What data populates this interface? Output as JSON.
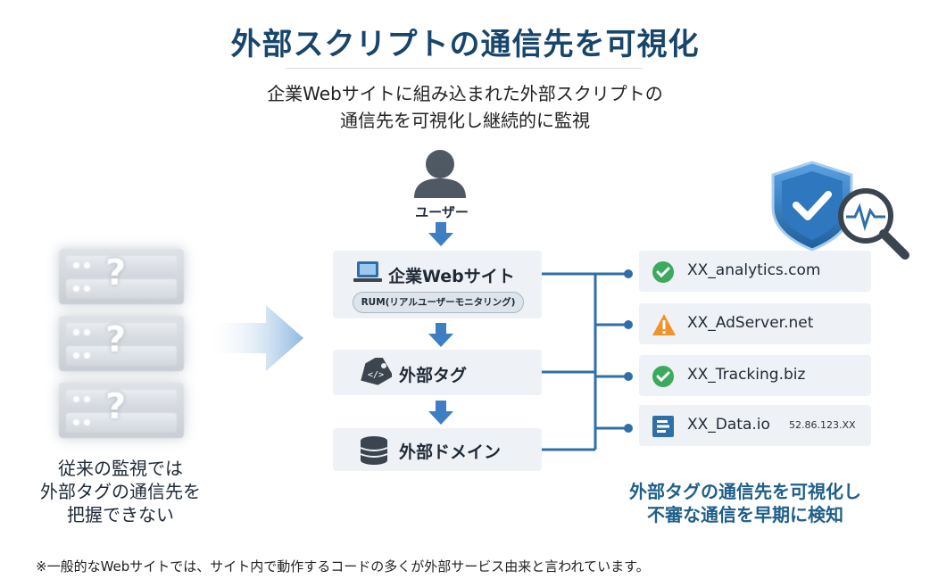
{
  "header": {
    "title": "外部スクリプトの通信先を可視化",
    "subtitle_lines": [
      "企業Webサイトに組み込まれた外部スクリプトの",
      "通信先を可視化し継続的に監視"
    ]
  },
  "legacy": {
    "caption_lines": [
      "従来の監視では",
      "外部タグの通信先を",
      "把握できない"
    ],
    "unknown_mark": "?"
  },
  "flow": {
    "user_label": "ユーザー",
    "website_label": "企業Webサイト",
    "rum_label": "RUM(リアルユーザーモニタリング)",
    "tag_label": "外部タグ",
    "domain_label": "外部ドメイン"
  },
  "domains": [
    {
      "name": "XX_analytics.com",
      "status": "ok"
    },
    {
      "name": "XX_AdServer.net",
      "status": "warning"
    },
    {
      "name": "XX_Tracking.biz",
      "status": "ok"
    },
    {
      "name": "XX_Data.io",
      "status": "data",
      "ip": "52.86.123.XX"
    }
  ],
  "result": {
    "caption_lines": [
      "外部タグの通信先を可視化し",
      "不審な通信を早期に検知"
    ]
  },
  "footnote": "※一般的なWebサイトでは、サイト内で動作するコードの多くが外部サービス由来と言われています。",
  "colors": {
    "title": "#17456b",
    "accent_blue": "#2f6fa8",
    "ok_green": "#3caa5e",
    "warning_orange": "#f0932b",
    "result_text": "#1f5f8a"
  }
}
